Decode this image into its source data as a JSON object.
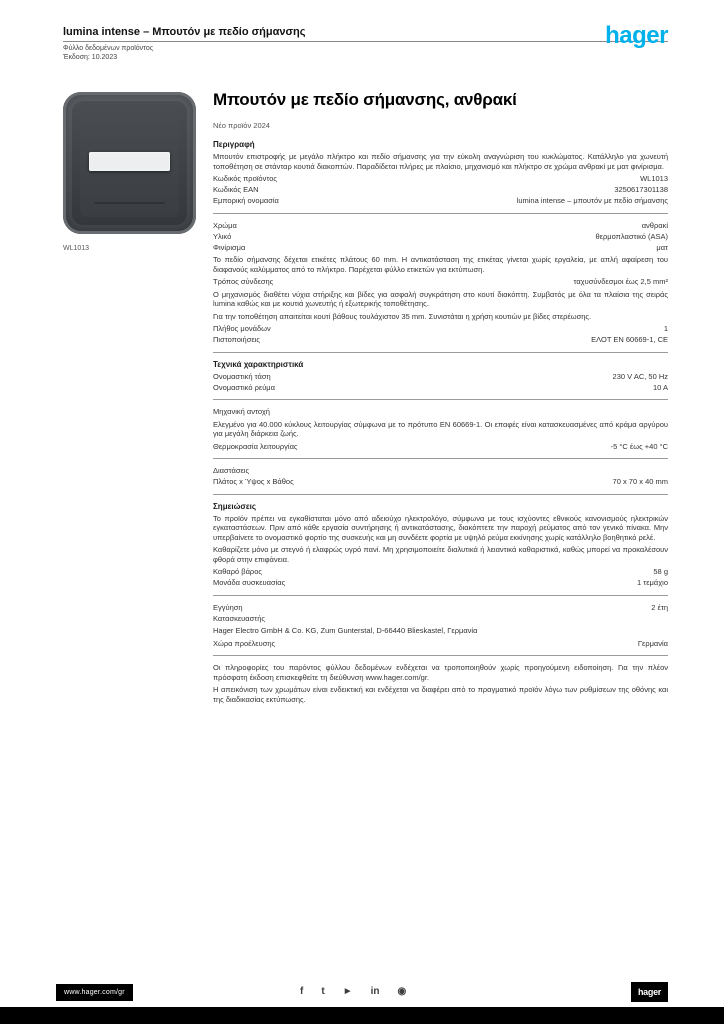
{
  "colors": {
    "accent": "#00b1eb",
    "footer_bg": "#000000",
    "text": "#333333"
  },
  "header": {
    "title": "lumina intense – Μπουτόν με πεδίο σήμανσης",
    "sub1": "Φύλλο δεδομένων προϊόντος",
    "sub2": "Έκδοση: 10.2023",
    "logo": "hager"
  },
  "product": {
    "caption": "WL1013",
    "heading": "Μπουτόν με πεδίο σήμανσης, ανθρακί",
    "subnote": "Νέο προϊόν 2024"
  },
  "specs": {
    "sections": [
      {
        "heading": "Περιγραφή",
        "rows": [
          {
            "text": "Μπουτόν επιστροφής με μεγάλο πλήκτρο και πεδίο σήμανσης για την εύκολη αναγνώριση του κυκλώματος. Κατάλληλο για χωνευτή τοποθέτηση σε στάνταρ κουτιά διακοπτών. Παραδίδεται πλήρες με πλαίσιο, μηχανισμό και πλήκτρο σε χρώμα ανθρακί με ματ φινίρισμα."
          },
          {
            "label": "Κωδικός προϊόντος",
            "value": "WL1013"
          },
          {
            "label": "Κωδικός EAN",
            "value": "3250617301138"
          },
          {
            "label": "Εμπορική ονομασία",
            "value": "lumina intense – μπουτόν με πεδίο σήμανσης"
          }
        ],
        "divider": true
      },
      {
        "rows": [
          {
            "label": "Χρώμα",
            "value": "ανθρακί"
          },
          {
            "label": "Υλικό",
            "value": "θερμοπλαστικό (ASA)"
          },
          {
            "label": "Φινίρισμα",
            "value": "ματ"
          },
          {
            "text": "Το πεδίο σήμανσης δέχεται ετικέτες πλάτους 60 mm. Η αντικατάσταση της ετικέτας γίνεται χωρίς εργαλεία, με απλή αφαίρεση του διαφανούς καλύμματος από το πλήκτρο. Παρέχεται φύλλο ετικετών για εκτύπωση."
          },
          {
            "label": "Τρόπος σύνδεσης",
            "value": "ταχυσύνδεσμοι έως 2,5 mm²"
          },
          {
            "text": "Ο μηχανισμός διαθέτει νύχια στήριξης και βίδες για ασφαλή συγκράτηση στο κουτί διακόπτη. Συμβατός με όλα τα πλαίσια της σειράς lumina καθώς και με κουτιά χωνευτής ή εξωτερικής τοποθέτησης."
          },
          {
            "text": "Για την τοποθέτηση απαιτείται κουτί βάθους τουλάχιστον 35 mm. Συνιστάται η χρήση κουτιών με βίδες στερέωσης."
          },
          {
            "label": "Πλήθος μονάδων",
            "value": "1"
          },
          {
            "label": "Πιστοποιήσεις",
            "value": "ΕΛΟΤ EN 60669-1, CE"
          }
        ],
        "divider": true
      },
      {
        "heading": "Τεχνικά χαρακτηριστικά",
        "rows": [
          {
            "label": "Ονομαστική τάση",
            "value": "230 V AC, 50 Hz"
          },
          {
            "label": "Ονομαστικό ρεύμα",
            "value": "10 A"
          }
        ],
        "divider": true
      },
      {
        "rows": [
          {
            "label": "Μηχανική αντοχή",
            "value": ""
          },
          {
            "text": "Ελεγμένο για 40.000 κύκλους λειτουργίας σύμφωνα με το πρότυπο EN 60669-1. Οι επαφές είναι κατασκευασμένες από κράμα αργύρου για μεγάλη διάρκεια ζωής."
          },
          {
            "label": "Θερμοκρασία λειτουργίας",
            "value": "-5 °C έως +40 °C"
          }
        ],
        "divider": true
      },
      {
        "rows": [
          {
            "label": "Διαστάσεις",
            "value": ""
          },
          {
            "label": "Πλάτος x Ύψος x Βάθος",
            "value": "70 x 70 x 40 mm"
          }
        ],
        "divider": true
      },
      {
        "heading": "Σημειώσεις",
        "rows": [
          {
            "text": "Το προϊόν πρέπει να εγκαθίσταται μόνο από αδειούχο ηλεκτρολόγο, σύμφωνα με τους ισχύοντες εθνικούς κανονισμούς ηλεκτρικών εγκαταστάσεων. Πριν από κάθε εργασία συντήρησης ή αντικατάστασης, διακόπτετε την παροχή ρεύματος από τον γενικό πίνακα. Μην υπερβαίνετε το ονομαστικό φορτίο της συσκευής και μη συνδέετε φορτία με υψηλό ρεύμα εκκίνησης χωρίς κατάλληλο βοηθητικό ρελέ."
          },
          {
            "text": "Καθαρίζετε μόνο με στεγνό ή ελαφρώς υγρό πανί. Μη χρησιμοποιείτε διαλυτικά ή λειαντικά καθαριστικά, καθώς μπορεί να προκαλέσουν φθορά στην επιφάνεια."
          },
          {
            "label": "Καθαρό βάρος",
            "value": "58 g"
          },
          {
            "label": "Μονάδα συσκευασίας",
            "value": "1 τεμάχιο"
          }
        ],
        "divider": true
      },
      {
        "rows": [
          {
            "label": "Εγγύηση",
            "value": "2 έτη"
          },
          {
            "label": "Κατασκευαστής",
            "value": ""
          },
          {
            "text": "Hager Electro GmbH & Co. KG, Zum Gunterstal, D-66440 Blieskastel, Γερμανία"
          },
          {
            "label": "Χώρα προέλευσης",
            "value": "Γερμανία"
          }
        ],
        "divider": true
      },
      {
        "rows": [
          {
            "text": "Οι πληροφορίες του παρόντος φύλλου δεδομένων ενδέχεται να τροποποιηθούν χωρίς προηγούμενη ειδοποίηση. Για την πλέον πρόσφατη έκδοση επισκεφθείτε τη διεύθυνση www.hager.com/gr."
          },
          {
            "text": "Η απεικόνιση των χρωμάτων είναι ενδεικτική και ενδέχεται να διαφέρει από το πραγματικό προϊόν λόγω των ρυθμίσεων της οθόνης και της διαδικασίας εκτύπωσης."
          }
        ],
        "divider": false
      }
    ]
  },
  "footer": {
    "website": "www.hager.com/gr",
    "brand": "hager",
    "icons": [
      {
        "name": "facebook-icon",
        "glyph": "f"
      },
      {
        "name": "twitter-icon",
        "glyph": "t"
      },
      {
        "name": "youtube-icon",
        "glyph": "►"
      },
      {
        "name": "linkedin-icon",
        "glyph": "in"
      },
      {
        "name": "instagram-icon",
        "glyph": "◉"
      }
    ]
  }
}
